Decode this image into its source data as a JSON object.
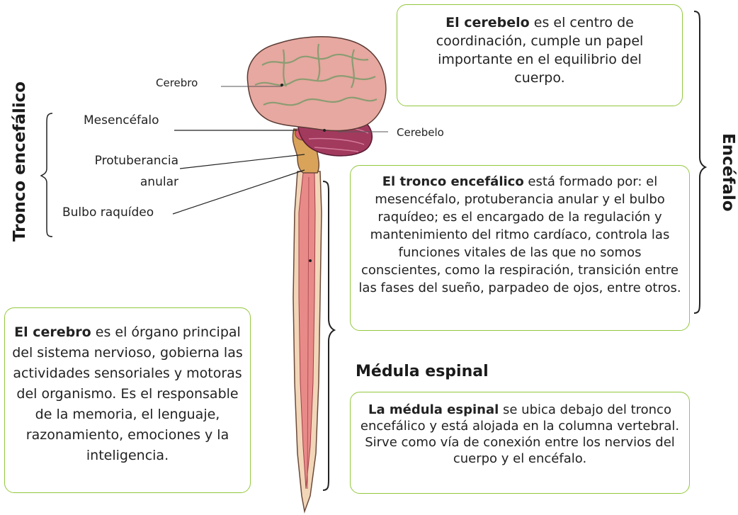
{
  "labels": {
    "cerebro": "Cerebro",
    "cerebelo": "Cerebelo",
    "mesencefalo": "Mesencéfalo",
    "protuberancia": "Protuberancia anular",
    "bulbo": "Bulbo raquídeo"
  },
  "titles": {
    "tronco": "Tronco encefálico",
    "encefalo": "Encéfalo",
    "medula": "Médula espinal"
  },
  "boxes": {
    "cerebelo": {
      "bold": "El cerebelo",
      "text": " es el centro de coordinación, cumple un papel importante en el equilibrio del cuerpo."
    },
    "tronco": {
      "bold": "El tronco encefálico",
      "text": " está formado por: el mesencéfalo, protuberancia anular y el bulbo raquídeo; es el encargado de la regulación y mantenimiento del ritmo cardíaco, controla las funciones vitales de las que no somos conscientes, como la respiración, transición entre las fases del sueño, parpadeo de ojos, entre otros."
    },
    "cerebro": {
      "bold": "El cerebro",
      "text": " es el órgano principal del sistema nervioso, gobierna las actividades sensoriales y motoras del organismo. Es el responsable de la memoria, el lenguaje, razonamiento, emociones y la inteligencia."
    },
    "medula": {
      "bold": "La médula espinal",
      "text": " se ubica debajo del tronco encefálico y está alojada en la columna vertebral. Sirve como vía de conexión entre los nervios del cuerpo y el encéfalo."
    }
  },
  "colors": {
    "box_border": "#93c83e",
    "brain": "#e6a8a0",
    "cerebellum": "#a23a5e",
    "spinal_cord": "#e88a88",
    "brainstem": "#d9a35a"
  }
}
